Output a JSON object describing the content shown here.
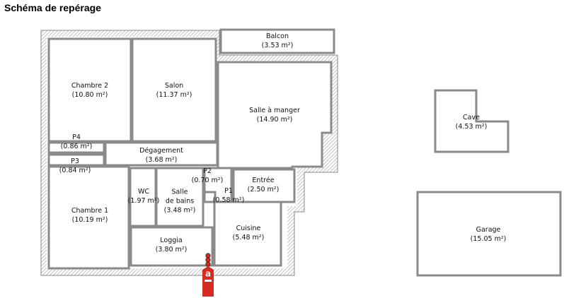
{
  "title": "Schéma de repérage",
  "rooms": {
    "balcon": {
      "name": "Balcon",
      "area": "(3.53 m²)"
    },
    "chambre2": {
      "name": "Chambre 2",
      "area": "(10.80 m²)"
    },
    "salon": {
      "name": "Salon",
      "area": "(11.37 m²)"
    },
    "salle_manger": {
      "name": "Salle à manger",
      "area": "(14.90 m²)"
    },
    "p4": {
      "name": "P4",
      "area": "(0.86 m²)"
    },
    "degagement": {
      "name": "Dégagement",
      "area": "(3.68 m²)"
    },
    "p3": {
      "name": "P3",
      "area": "(0.84 m²)"
    },
    "p2": {
      "name": "P2",
      "area": "(0.70 m²)"
    },
    "wc": {
      "name": "WC",
      "area": "(1.97 m²)"
    },
    "salle_bains": {
      "name_1": "Salle",
      "name_2": "de bains",
      "area": "(3.48 m²)"
    },
    "p1": {
      "name": "P1",
      "area": "(0.58 m²)"
    },
    "entree": {
      "name": "Entrée",
      "area": "(2.50 m²)"
    },
    "chambre1": {
      "name": "Chambre 1",
      "area": "(10.19 m²)"
    },
    "cuisine": {
      "name": "Cuisine",
      "area": "(5.48 m²)"
    },
    "loggia": {
      "name": "Loggia",
      "area": "(3.80 m²)"
    },
    "cave": {
      "name": "Cave",
      "area": "(4.53 m²)"
    },
    "garage": {
      "name": "Garage",
      "area": "(15.05 m²)"
    }
  },
  "entrance_marker": {
    "letter": "a"
  },
  "colors": {
    "wall": "#8a8a8a",
    "hatch": "#b8b8b8",
    "marker": "#d62b1e"
  }
}
